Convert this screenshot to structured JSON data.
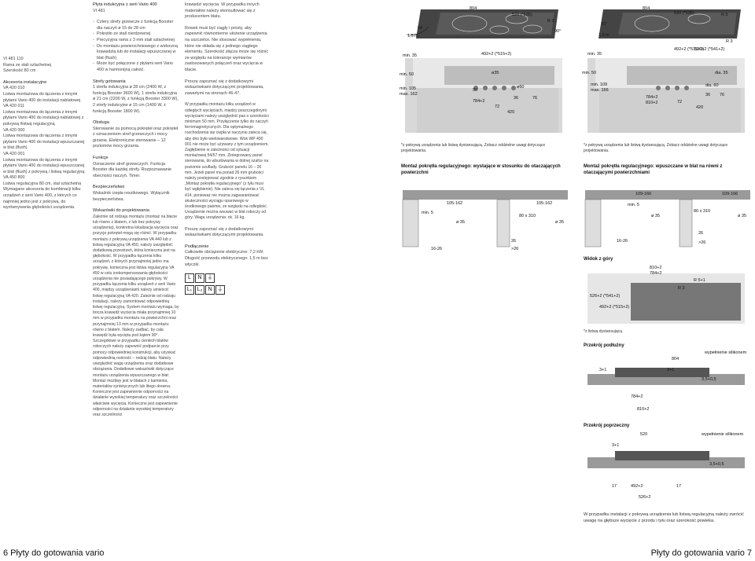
{
  "left_page": {
    "product": {
      "code": "VI 481 110",
      "line1": "Rama ze stali szlachetnej",
      "line2": "Szerokość 80 cm"
    },
    "accessories_title": "Akcesoria instalacyjne",
    "accessories": [
      {
        "code": "VA 420 010",
        "desc": "Listwa montażowa do łączenia z innymi płytami Vario 400 do instalacji nablatowej"
      },
      {
        "code": "VA 420 011",
        "desc": "Listwa montażowa do łączenia z innymi płytami Vario 400 do instalacji nablatowej z pokrywą /listwą regulacyjną"
      },
      {
        "code": "VA 420 000",
        "desc": "Listwa montażowa do łączenia z innymi płytami Vario 400 do instalacji wpuszczanej w blat (flush)"
      },
      {
        "code": "VA 420 001",
        "desc": "Listwa montażowa do łączenia z innymi płytami Vario 400 do instalacji wpuszczanej w blat (flush) z pokrywą / listwą regulacyjną"
      },
      {
        "code": "VA 450 800",
        "desc": "Listwa regulacyjna 80 cm, stal szlachetna Wymagane akcesoria do kombinacji kilku urządzeń z serii Vario 400, z których co najmniej jedno jest z pokrywą, do wyrównywania głębokości urządzenia."
      }
    ],
    "col2_header": "Płyta indukcyjna z serii Vario 400",
    "col2_sub": "VI 481",
    "features": [
      "Cztery strefy grzewcze z funkcją Booster dla naczyń ø 15 do 28 cm",
      "Pokrętło ze stali nierdzewnej",
      "Precyzyjna rama z 3 mm stali szlachetnej",
      "Do montażu powierzchniowego z widoczną krawędzią lub do instalacji wpuszczanej w blat (flush)",
      "Może być połączone z płytami serii Vario 400 w harmonijną całość."
    ],
    "zones_title": "Strefy gotowania",
    "zones": "1 strefa indukcyjna ø 28 cm (2400 W, z funkcją Booster 3600 W), 1 strefa indukcyjna ø 21 cm (2200 W, z funkcją Booster 3300 W), 2 strefy indukcyjne ø 15 cm (1400 W, z funkcją Booster 1800 W).",
    "operation_title": "Obsługa",
    "operation": "Sterowanie za pomocą pokręteł oraz pokręteł z oznaczeniem stref grzewczych i mocy grzania. Elektroniczne sterowanie – 12 poziomów mocy grzania.",
    "functions_title": "Funkcje",
    "functions": "Oznaczenie stref grzewczych. Funkcja Booster dla każdej strefy. Rozpoznawanie obecności naczyń. Timer.",
    "safety_title": "Bezpieczeństwo",
    "safety": "Wskaźnik ciepła resztkowego. Wyłącznik bezpieczeństwa.",
    "install_title": "Wskazówki do projektowania",
    "install": "Zależnie od rodzaju montażu (montaż na blacie lub równo z blatem, z lub bez pokrywy urządzenia), konkretna lokalizacja wycięcia oraz pozycje pokręteł mogą się różnić. W przypadku montażu z pokrywą urządzenia VA 440 lub z listwą regulacyjną VA 450, należy uwzględnić dodatkową przestrzeń, która konieczna jest na głębokość. W przypadku łączenia kilku urządzeń, z których przynajmniej jedno ma pokrywę, konieczna jest listwa regulacyjna VA 450 w celu zrekompensowania głębokości urządzenia nie posiadającego pokrywy. W przypadku łączenia kilku urządzeń z serii Vario 400, między urządzeniami należy umieścić listwę regulacyjną VA 420. Zależnie od rodzaju instalacji, należy zamontować odpowiednią listwę regulacyjną. System montażu wymaga, by bocza krawędź wycięcia miała przynajmniej 10 mm w przypadku montażu na powierzchni oraz przynajmniej 13 mm w przypadku montażu równo z blatem. Należy zadbać, by cala krawędź była wycięta pod kątem 90°. Szczegółowe w przypadku cienkich blatów roboczych należy zapewnić podparcie przy pomocy odpowiedniej konstrukcji, aby uzyskać odpowiednią nośność – rodzaj blatu. Należy uwzględnić wagę urządzenia oraz dodatkowe obciążenia. Dodatkowe wskazówki dotyczące montażu urządzenia wpuszczanego w blat: Montaż możliwy jest w blatach z kamienia, materiałów syntetycznych lub litego drewna. Konieczne jest zapewnienie odporności na działanie wysokiej temperatury oraz szczelności właściwie wycięcia. Konieczne jest zapewnienie odporności na działanie wysokiej temperatury oraz szczelności",
    "col3": [
      "krawędzi wycięcia. W przypadku innych materiałów należy skonsultować się z producentem blatu.",
      "Rowek musi być ciągły i prosty, aby zapewnić równomierne ułożenie urządzenia na uszczelce. Nie stosować wypełnienia, które nie składa się z jednego ciągłego elementu. Szerokość złącza może się różnić ze względu na tolerancje wymiarów zastosowanych połączeń oraz wycięcia w blacie.",
      "Proszę zapoznać się z dodatkowymi wskazówkami dotyczącymi projektowania, zawartymi na stronach 46-47.",
      "W przypadku montażu kilku urządzeń w odległych wycięciach, między poszczególnymi wycięciami należy uwzględnić pas o szerokości minimum 50 mm. Przyłączenie tylko do naczyń ferromagnetycznych. Dla optymalnego rozchodzenia się ciepła w naczyniu zaleca się, aby dno było wielowarstwowe. Wok WP 400 001 nie może być używany z tym urządzeniem. Zagłębienie w zależności od sytuacji montażowej 54/57 mm. Zintegrowany panel sterowania, do wbudowania w dolnej szafce na poziomie szuflady. Grubość panelu 16 – 26 mm. Jeżeli panel ma ponad 26 mm grubości należy postępować zgodnie z rysunkiem „Montaż pokrętła regulacyjnego” (z tyłu musi być wgłębienie). Nie zaleca się łączenia z VL 414, ponieważ nie można zagwarantować skuteczności wyciągu oparowego w środkowego paśmie, ze względu na odległość. Urządzenie można wsuwać w blat roboczy od góry. Waga urządzenia: ok. 16 kg.",
      "Proszę zapoznać się z dodatkowymi wskazówkami dotyczącymi projektowania."
    ],
    "connection_title": "Podłączenie",
    "connection": "Całkowite obciążenie elektryczne: 7,2 kW. Długość przewodu elektrycznego: 1,5 m bez wtyczki.",
    "terminals_row1": [
      "L",
      "N",
      "⏚"
    ],
    "terminals_row2": [
      "L₁",
      "L₂",
      "N",
      "⏚"
    ],
    "footer": "6  Płyty do gotowania vario"
  },
  "right_page": {
    "fig_a_labels": {
      "w804": "804",
      "w520": "520 (*535)",
      "r3": "R 3",
      "a90": "90°",
      "cut": "492+2 (*515+2)",
      "ovl": "ø35",
      "min35": "min. 35",
      "min50": "min. 50",
      "cable": "1,5 m",
      "d54": "54",
      "min105": "min. 105",
      "max162": "max. 162",
      "d784": "784+2",
      "d72": "72",
      "d420": "420",
      "d36": "36",
      "d76": "76",
      "d90": "90",
      "d60": "ø60"
    },
    "fig_b_labels": {
      "w804": "804",
      "w520": "520 (*535)",
      "r5": "R 5",
      "r3": "R 3",
      "cut": "492+2 (*515+2)",
      "cut2": "526+2 (*541+2)",
      "dia35": "dia. 35",
      "min35": "min. 35",
      "min50": "min. 50",
      "cable": "1.5 m",
      "d57": "57",
      "min109": "min. 109",
      "max166": "max. 166",
      "d784": "784+2",
      "d810": "810+2",
      "d72": "72",
      "d420": "420",
      "d60": "dia. 60",
      "d36": "36",
      "d76": "76"
    },
    "note_a": "*z pokrywą urządzenia lub listwą dystansującą. Zobacz oddzielne uwagi dotyczące projektowania.",
    "note_b": "*z pokrywą urządzenia lub listwą dystansującą. Zobacz oddzielne uwagi dotyczące projektowania.",
    "knob_title_a": "Montaż pokrętła regulacyjnego: wystające w stosunku do otaczających powierzchni",
    "knob_title_b": "Montaż pokrętła regulacyjnego: wpuszczane w blat na równi z otaczającymi powierzchniami",
    "knob_a": {
      "range1": "105-162",
      "range2": "105-162",
      "min5": "min. 5",
      "d80": "80 x 310",
      "d35a": "ø 35",
      "d35b": "ø 35",
      "r1626": "16-26",
      "p26": "26",
      "gt26": ">26"
    },
    "knob_b": {
      "range1": "109-166",
      "range2": "109-166",
      "min5": "min. 5",
      "d80": "80 x 310",
      "d35a": "ø 35",
      "d35b": "ø 35",
      "r1626": "16-26",
      "p26": "26",
      "gt26": ">26"
    },
    "top_view_title": "Widok z góry",
    "top_view": {
      "d810": "810+2",
      "d784": "784+2",
      "r5": "R 5+1",
      "r3": "R 3",
      "d526": "526+2 (*541+2)",
      "d492": "492+2 (*515+2)"
    },
    "top_note": "*z listwą dystansującą",
    "long_title": "Przekrój podłużny",
    "long": {
      "fill": "wypełnienie silikonem",
      "d804": "804",
      "d3a": "3+1",
      "d3b": "3+1",
      "d35": "3,5+0,5",
      "d784": "784+2",
      "d810": "810+2"
    },
    "cross_title": "Przekrój poprzeczny",
    "cross": {
      "fill": "wypełnienie silikonem",
      "d520": "520",
      "d3": "3+1",
      "d35": "3,5+0,5",
      "d17a": "17",
      "d17b": "17",
      "d492": "492+2",
      "d526": "526+2"
    },
    "bottom_note": "W przypadku instalacji z pokrywą urządzenia lub listwą regulacyjną należy zwrócić uwagę na głębsze wycięcie z przodu i tyłu oraz szerokość powieka.",
    "footer": "Płyty do gotowania vario  7"
  }
}
